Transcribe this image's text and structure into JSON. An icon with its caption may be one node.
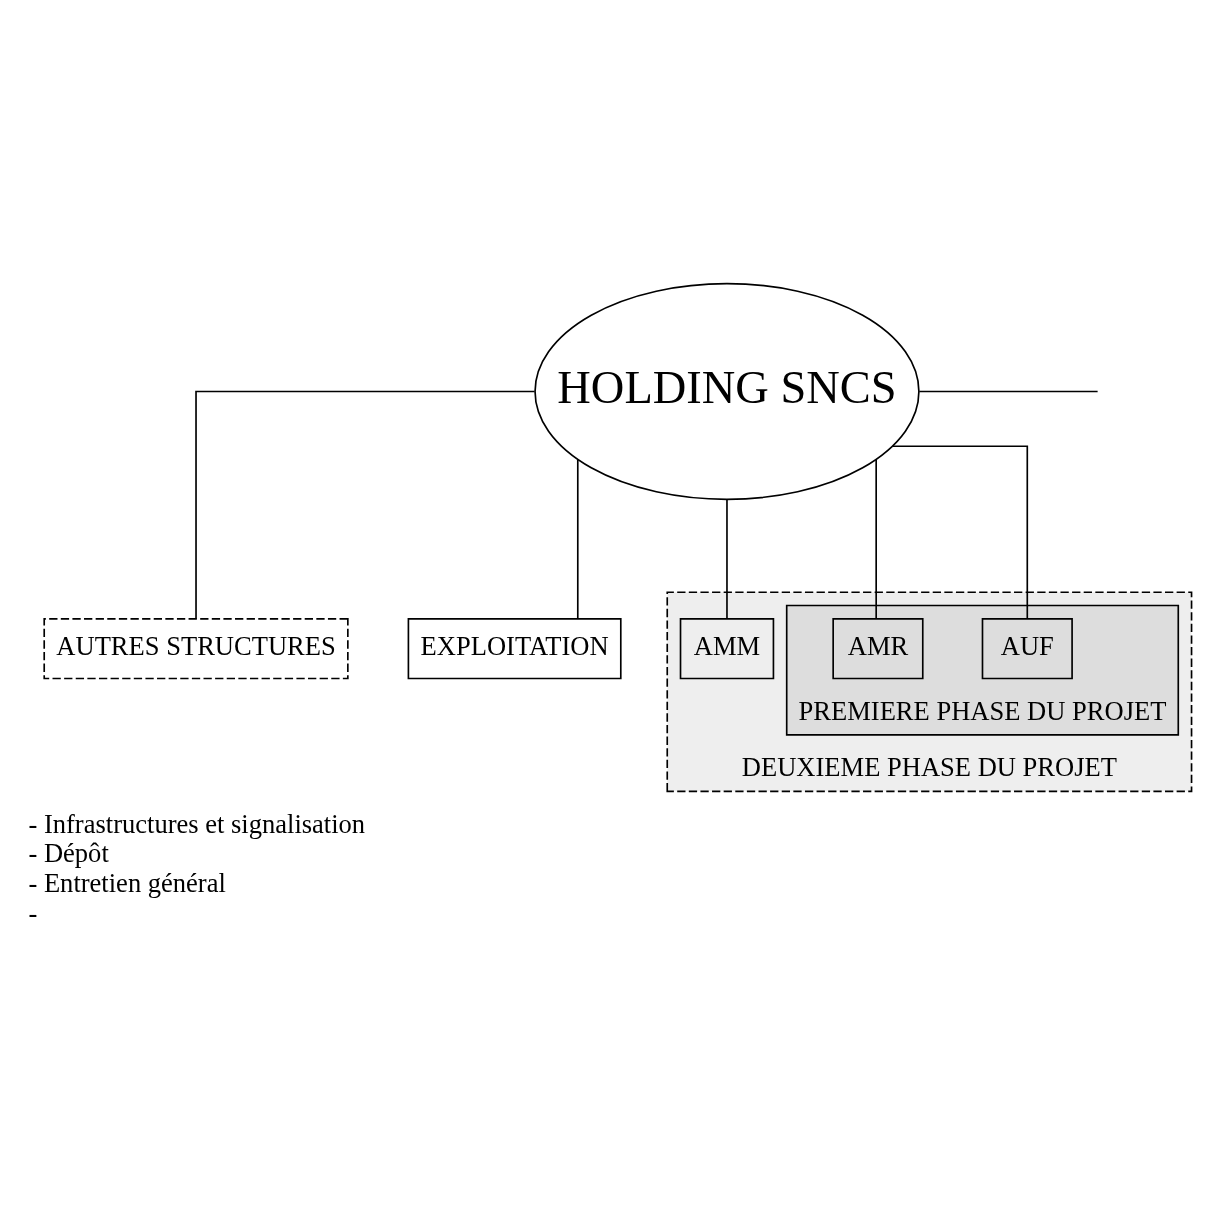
{
  "diagram": {
    "nodes": [
      {
        "text": [
          "HOLDING SNCS"
        ]
      },
      {
        "text": [
          "AUTRES STRUCTURES"
        ],
        "beside": [
          "- Infrastructures et signalisation",
          "- Dépôt",
          "- Entretien général",
          "-"
        ]
      },
      {
        "text": [
          "EXPLOITATION"
        ]
      },
      {
        "text": [
          "DEUXIEME PHASE DU PROJET"
        ]
      },
      {
        "text": [
          "PREMIERE PHASE DU PROJET"
        ],
        "in": 3
      },
      {
        "text": [
          "AMM"
        ],
        "in": 3
      },
      {
        "text": [
          "AUF"
        ],
        "in": 4
      },
      {
        "text": [
          "AMR"
        ],
        "in": 4
      }
    ],
    "edges": [
      {
        "from": 0,
        "to": 1,
        "arrow": "none"
      },
      {
        "from": 0,
        "to": 2,
        "arrow": "none"
      },
      {
        "from": 0,
        "to": 5,
        "arrow": "none"
      },
      {
        "from": 0,
        "to": 6,
        "arrow": "none"
      },
      {
        "from": 0,
        "to": 7,
        "arrow": "none"
      },
      {
        "from": 0,
        "to": null,
        "arrow": "none"
      }
    ]
  }
}
